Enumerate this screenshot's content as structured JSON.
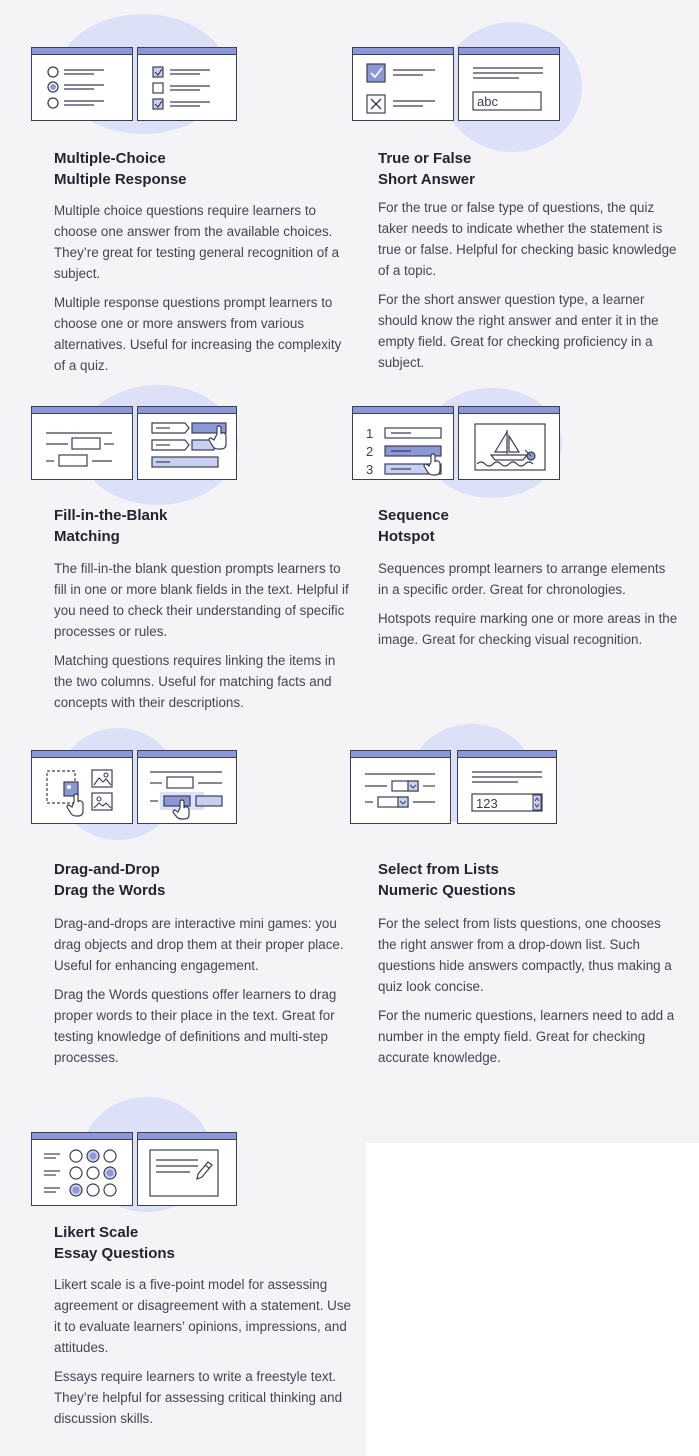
{
  "colors": {
    "accent": "#8c97d8",
    "accent_light": "#c9cff1",
    "blob": "#dde1f7",
    "ink": "#3c3f52"
  },
  "cards": [
    {
      "icons": [
        "radio-icon",
        "checkbox-icon"
      ],
      "title_1": "Multiple-Choice",
      "title_2": "Multiple Response",
      "text_1": "Multiple choice questions require learners to choose one answer from the available choices. They’re great for testing general recognition of a subject.",
      "text_2": "Multiple response questions prompt learners to choose one or more answers from various alternatives. Useful for increasing the complexity of a quiz."
    },
    {
      "icons": [
        "true-false-icon",
        "text-input-icon"
      ],
      "input_text": "abc",
      "title_1": "True or False",
      "title_2": "Short Answer",
      "text_1": "For the true or false type of questions, the quiz taker needs to indicate whether the statement is true or false. Helpful for checking basic knowledge of a topic.",
      "text_2": "For the short answer question type, a learner should know the right answer and enter it in the empty field. Great for checking proficiency in a subject."
    },
    {
      "icons": [
        "fill-blank-icon",
        "matching-icon"
      ],
      "title_1": "Fill-in-the-Blank",
      "title_2": "Matching",
      "text_1": "The fill-in-the blank question prompts learners to fill in one or more blank fields in the text. Helpful if you need to check their understanding of specific processes or rules.",
      "text_2": "Matching questions requires linking the items in the two columns. Useful for matching facts and concepts with their descriptions."
    },
    {
      "icons": [
        "sequence-icon",
        "hotspot-icon"
      ],
      "numbers": [
        "1",
        "2",
        "3"
      ],
      "title_1": "Sequence",
      "title_2": "Hotspot",
      "text_1": "Sequences prompt learners to arrange elements in a specific order. Great for chronologies.",
      "text_2": "Hotspots require marking one or more areas in the image. Great for checking visual recognition."
    },
    {
      "icons": [
        "drag-drop-icon",
        "drag-words-icon"
      ],
      "title_1": "Drag-and-Drop",
      "title_2": "Drag the Words",
      "text_1": "Drag-and-drops are interactive mini games: you drag objects and drop them at their proper place. Useful for enhancing engagement.",
      "text_2": "Drag the Words questions offer learners to drag proper words to their place in the text. Great for testing knowledge of definitions and multi-step processes."
    },
    {
      "icons": [
        "select-list-icon",
        "numeric-input-icon"
      ],
      "input_text": "123",
      "title_1": "Select from Lists",
      "title_2": "Numeric Questions",
      "text_1": "For the select from lists questions, one chooses the right answer from a drop-down list. Such questions hide answers compactly, thus making a quiz look concise.",
      "text_2": "For the numeric questions, learners need to add a number in the empty field. Great for checking accurate knowledge."
    },
    {
      "icons": [
        "likert-scale-icon",
        "essay-icon"
      ],
      "title_1": "Likert Scale",
      "title_2": "Essay Questions",
      "text_1": "Likert scale is a five-point model for assessing agreement or disagreement with a statement. Use it to evaluate learners’ opinions, impressions, and attitudes.",
      "text_2": "Essays require learners to write a freestyle text. They’re helpful for assessing critical thinking and discussion skills."
    }
  ]
}
